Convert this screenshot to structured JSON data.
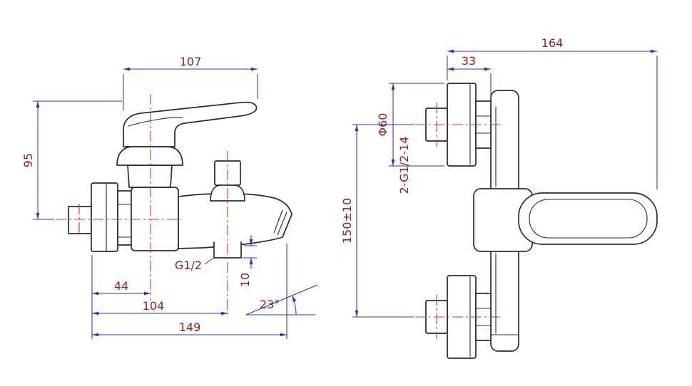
{
  "left_view": {
    "dim_handle_width": "107",
    "dim_height": "95",
    "dim_wall_to_handle_axis": "44",
    "dim_wall_to_outlet_axis": "104",
    "dim_total_length": "149",
    "label_outlet_thread": "G1/2",
    "dim_outlet_drop": "10",
    "dim_spout_angle": "23°"
  },
  "right_view": {
    "dim_total_width": "164",
    "dim_flange_depth": "33",
    "dim_flange_diameter": "Φ60",
    "label_inlet_thread": "2-G1/2-14",
    "dim_inlet_centers": "150±10"
  },
  "colors": {
    "outline": "#2b2b2b",
    "dimension_line": "#2733c8",
    "dimension_text": "#93201f",
    "centerline": "#e03030",
    "background": "#ffffff"
  }
}
